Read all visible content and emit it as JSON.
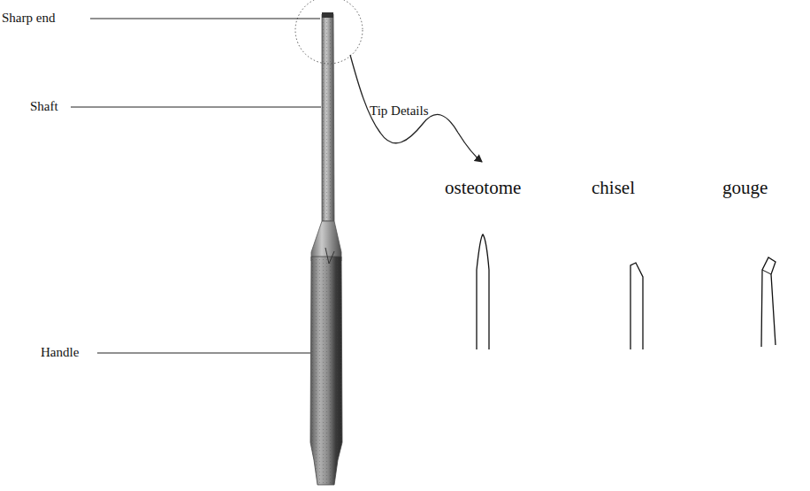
{
  "diagram": {
    "labels": [
      "Sharp end",
      "Shaft",
      "Handle",
      "Tip Details",
      "osteotome",
      "chisel",
      "gouge"
    ]
  }
}
